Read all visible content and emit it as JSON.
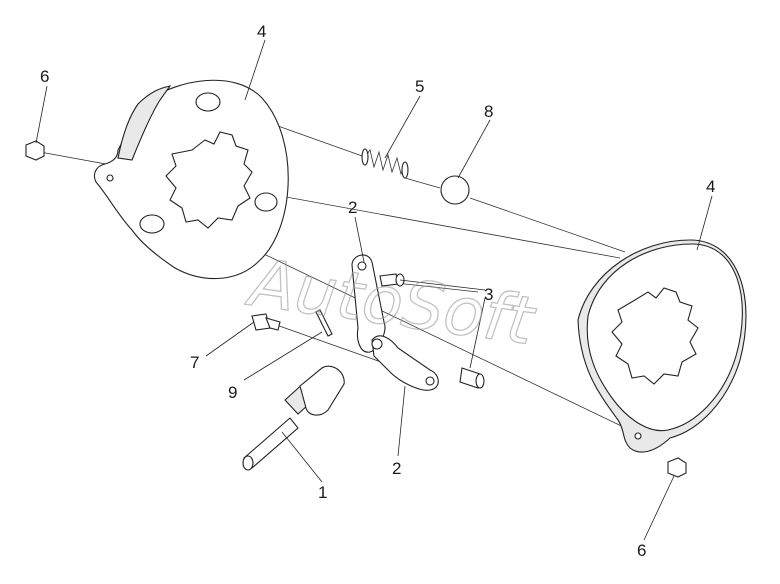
{
  "watermark": "AutoSoft",
  "callouts": {
    "c1": "1",
    "c2a": "2",
    "c2b": "2",
    "c3": "3",
    "c4a": "4",
    "c4b": "4",
    "c5": "5",
    "c6a": "6",
    "c6b": "6",
    "c7": "7",
    "c8": "8",
    "c9": "9"
  }
}
